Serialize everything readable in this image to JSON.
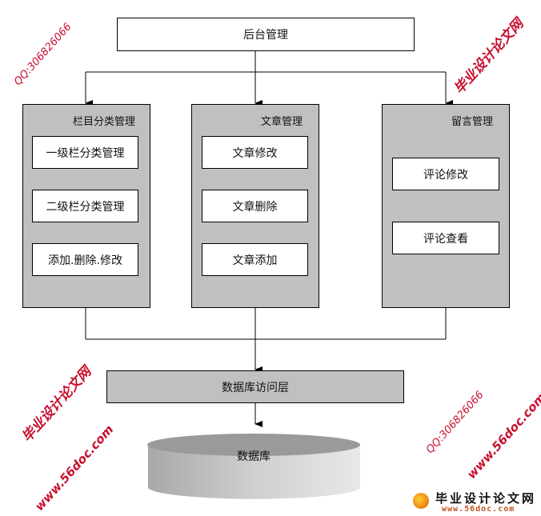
{
  "top": "后台管理",
  "panels": [
    {
      "title": "栏目分类管理",
      "items": [
        "一级栏分类管理",
        "二级栏分类管理",
        "添加.删除.修改"
      ]
    },
    {
      "title": "文章管理",
      "items": [
        "文章修改",
        "文章删除",
        "文章添加"
      ]
    },
    {
      "title": "留言管理",
      "items": [
        "评论修改",
        "评论查看"
      ]
    }
  ],
  "db_access": "数据库访问层",
  "database": "数据库",
  "watermarks": {
    "site_name": "毕业设计论文网",
    "url": "www.56doc.com",
    "qq": "QQ:306826066"
  },
  "logo": {
    "name": "毕业设计论文网",
    "url": "www.56doc.com"
  }
}
